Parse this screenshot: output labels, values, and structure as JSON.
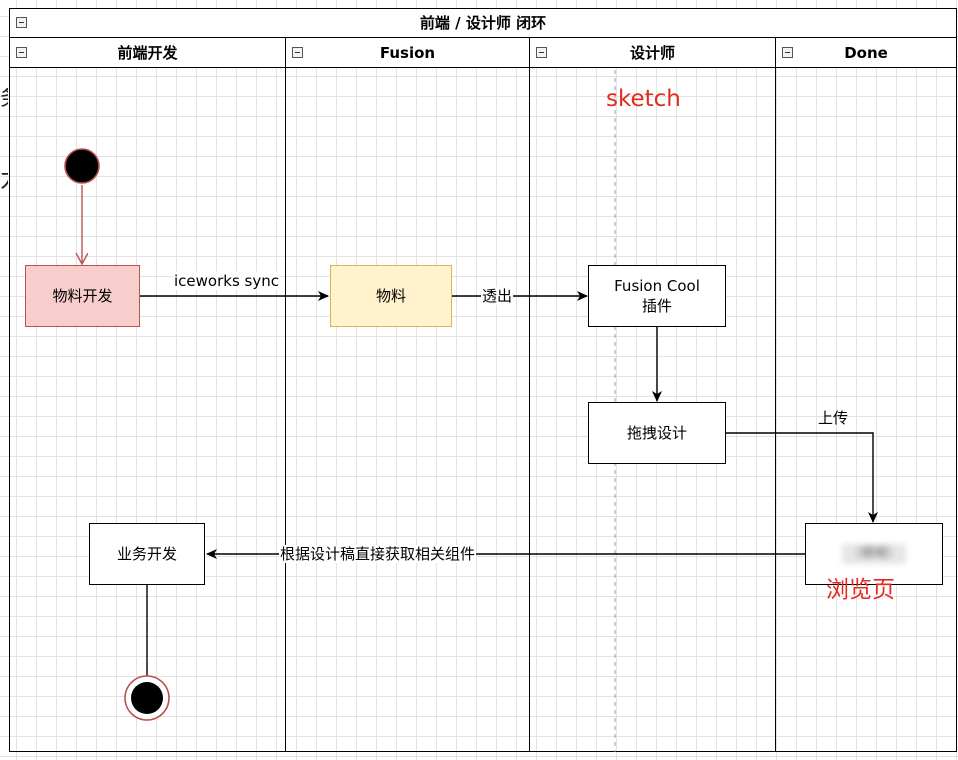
{
  "pool": {
    "title": "前端 / 设计师 闭环"
  },
  "lanes": [
    {
      "label": "前端开发"
    },
    {
      "label": "Fusion"
    },
    {
      "label": "设计师"
    },
    {
      "label": "Done"
    }
  ],
  "nodes": {
    "material_dev": "物料开发",
    "material": "物料",
    "plugin_line1": "Fusion Cool",
    "plugin_line2": "插件",
    "drag_design": "拖拽设计",
    "business_dev": "业务开发",
    "preview_blurred": "（模糊）"
  },
  "edges": {
    "iceworks_sync": "iceworks sync",
    "expose": "透出",
    "upload": "上传",
    "fetch_components": "根据设计稿直接获取相关组件"
  },
  "annotations": {
    "sketch": "sketch",
    "preview_page": "浏览页"
  },
  "colors": {
    "start_fill": "#000000",
    "start_stroke": "#b85450",
    "pink_fill": "#f8cecc",
    "yellow_fill": "#fff2cc",
    "accent_red": "#e22b1f"
  }
}
